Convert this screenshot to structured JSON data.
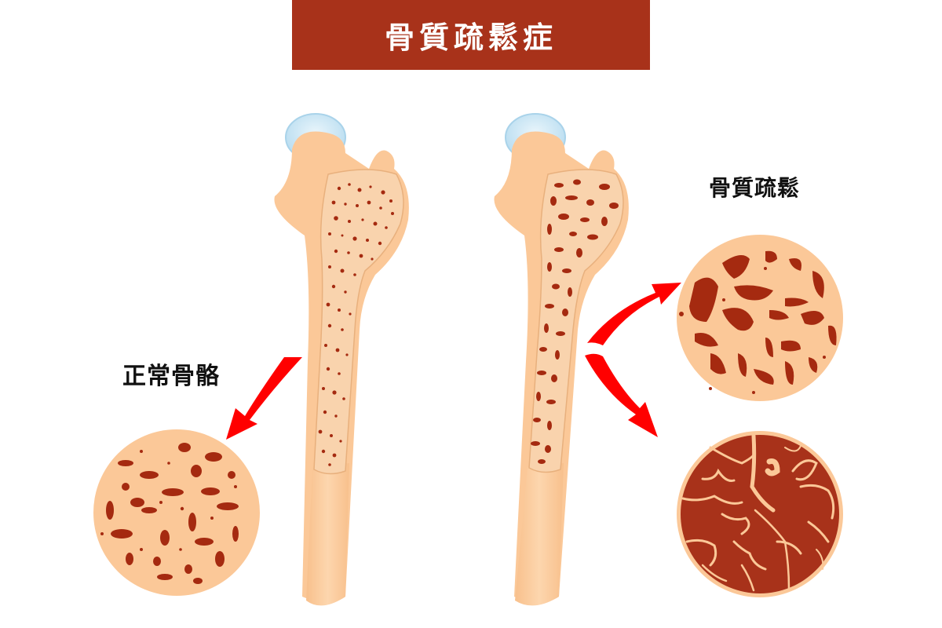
{
  "title": "骨質疏鬆症",
  "labels": {
    "normal_bone": "正常骨骼",
    "osteoporosis": "骨質疏鬆"
  },
  "colors": {
    "title_bg": "#a8321a",
    "title_text": "#ffffff",
    "bone": "#fbc898",
    "bone_light": "#fdd7b0",
    "marrow": "#f7c18f",
    "pore": "#a52a10",
    "cartilage": "#cde6f4",
    "arrow": "#ff0000"
  },
  "figures": [
    {
      "name": "normal-femur",
      "pore_density": "fine"
    },
    {
      "name": "osteoporotic-femur",
      "pore_density": "coarse"
    }
  ],
  "cross_sections": [
    {
      "name": "normal-cross-section",
      "description": "small pores"
    },
    {
      "name": "osteoporosis-cross-section",
      "description": "large pores"
    },
    {
      "name": "severe-osteoporosis-cross-section",
      "description": "mostly pores, thin trabeculae"
    }
  ]
}
